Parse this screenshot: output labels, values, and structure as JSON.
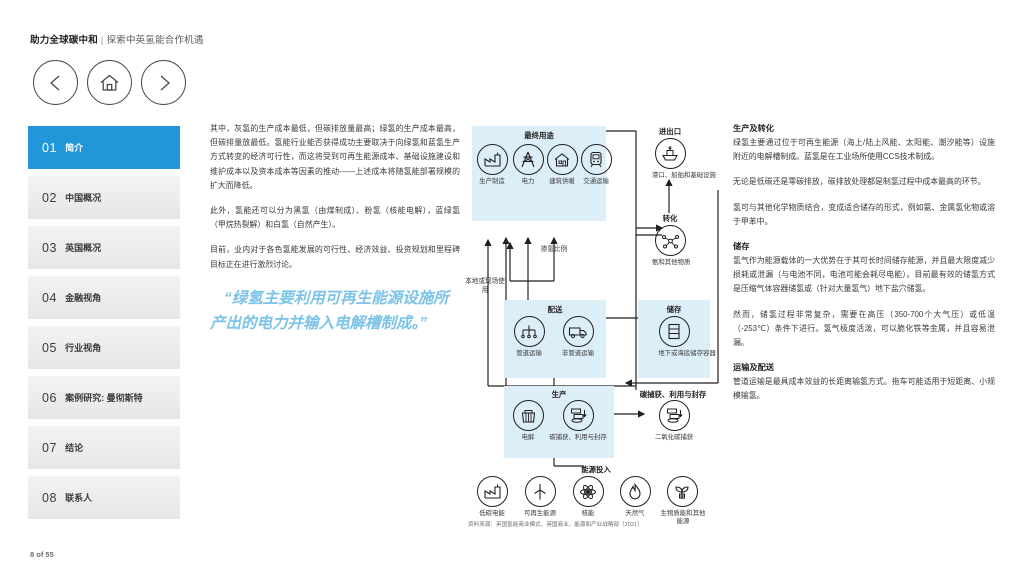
{
  "header": {
    "title": "助力全球碳中和",
    "separator": "|",
    "subtitle": "探索中英氢能合作机遇"
  },
  "nav": {
    "prev": "prev-arrow-icon",
    "home": "home-icon",
    "next": "next-arrow-icon"
  },
  "sidebar": {
    "items": [
      {
        "num": "01",
        "label": "简介",
        "active": true
      },
      {
        "num": "02",
        "label": "中国概况",
        "active": false
      },
      {
        "num": "03",
        "label": "英国概况",
        "active": false
      },
      {
        "num": "04",
        "label": "金融视角",
        "active": false
      },
      {
        "num": "05",
        "label": "行业视角",
        "active": false
      },
      {
        "num": "06",
        "label": "案例研究: 曼彻斯特",
        "active": false
      },
      {
        "num": "07",
        "label": "结论",
        "active": false
      },
      {
        "num": "08",
        "label": "联系人",
        "active": false
      }
    ],
    "active_color": "#2196d8"
  },
  "page_number": "8 of 55",
  "left_column": {
    "paragraphs": [
      "其中，灰氢的生产成本最低，但碳排放量最高；绿氢的生产成本最高，但碳排量放最低。氢能行业能否获得成功主要取决于向绿氢和蓝氢生产方式转变的经济可行性，而这将受到可再生能源成本、基础设施建设和维护成本以及资本成本等因素的推动——上述成本将随氢能部署规模的扩大而降低。",
      "此外，氢能还可以分为黑氢（由煤制成）、粉氢（核能电解），蓝绿氢（甲烷热裂解）和白氢（自然产生）。",
      "目前，业内对于各色氢能发展的可行性、经济效益、投资规划和里程碑目标正在进行激烈讨论。"
    ],
    "quote": "“绿氢主要利用可再生能源设施所产出的电力并输入电解槽制成。”",
    "quote_color": "#7cc3e8"
  },
  "right_column": {
    "sections": [
      {
        "heading": "生产及转化",
        "paragraphs": [
          "绿氢主要通过位于可再生能源（海上/陆上风能、太阳能、潮汐能等）设施附近的电解槽制成。蓝氢是在工业场所使用CCS技术制成。",
          "无论是低碳还是零碳排放，碳排放处理都是制氢过程中成本最高的环节。",
          "氢可与其他化学物质结合，变成适合储存的形式，例如氨、金属氢化物或溶于甲苯中。"
        ]
      },
      {
        "heading": "储存",
        "paragraphs": [
          "氢气作为能源载体的一大优势在于其可长时间储存能源，并且最大限度减少损耗或泄漏（与电池不同，电池可能会耗尽电能）。目前最有效的储氢方式是压缩气体容器储氢或（针对大量氢气）地下盐穴储氢。",
          "然而，储氢过程非常复杂，需要在高压（350-700个大气压）或低温（-253℃）条件下进行。氢气极度活泼，可以脆化铁等金属，并且容易泄漏。"
        ]
      },
      {
        "heading": "运输及配送",
        "paragraphs": [
          "管道运输是最具成本效益的长距离输氢方式。拖车可能适用于短距离、小规模输氢。"
        ]
      }
    ]
  },
  "diagram": {
    "box_color": "#dceef7",
    "groups": {
      "end_use": {
        "title": "最终用途",
        "nodes": [
          {
            "icon": "factory-icon",
            "label": "生产制造"
          },
          {
            "icon": "power-pylon-icon",
            "label": "电力"
          },
          {
            "icon": "house-icon",
            "label": "建筑供暖"
          },
          {
            "icon": "train-icon",
            "label": "交通运输"
          }
        ]
      },
      "import_export": {
        "title": "进出口",
        "nodes": [
          {
            "icon": "ship-icon",
            "label": "港口、船舶和基础设施"
          }
        ]
      },
      "conversion": {
        "title": "转化",
        "nodes": [
          {
            "icon": "molecule-icon",
            "label": "氨和其他物质"
          }
        ]
      },
      "distribution": {
        "title": "配送",
        "nodes": [
          {
            "icon": "pipeline-icon",
            "label": "管道运输"
          },
          {
            "icon": "truck-icon",
            "label": "非管道运输"
          }
        ]
      },
      "storage": {
        "title": "储存",
        "nodes": [
          {
            "icon": "storage-tank-icon",
            "label": "地下或海底储存容器"
          }
        ]
      },
      "production": {
        "title": "生产",
        "nodes": [
          {
            "icon": "electrolyser-icon",
            "label": "电解"
          },
          {
            "icon": "ccus-icon",
            "label": "碳捕获、利用与封存"
          }
        ]
      },
      "ccus": {
        "title": "碳捕获、利用与封存",
        "nodes": [
          {
            "icon": "co2-capture-icon",
            "label": "二氧化碳捕获"
          }
        ]
      },
      "energy_input": {
        "title": "能源投入",
        "nodes": [
          {
            "icon": "low-carbon-power-icon",
            "label": "低碳电能"
          },
          {
            "icon": "wind-turbine-icon",
            "label": "可再生能源"
          },
          {
            "icon": "nuclear-icon",
            "label": "核能"
          },
          {
            "icon": "natural-gas-flame-icon",
            "label": "天然气"
          },
          {
            "icon": "biomass-icon",
            "label": "生物质能和其他能源"
          }
        ]
      }
    },
    "flow_labels": {
      "blend_ratio": "掺氢比例",
      "local_use": "本地或现场使用"
    },
    "source": "资料来源：英国氢能商业模式、英国商业、能源和产业战略部（2021）"
  }
}
